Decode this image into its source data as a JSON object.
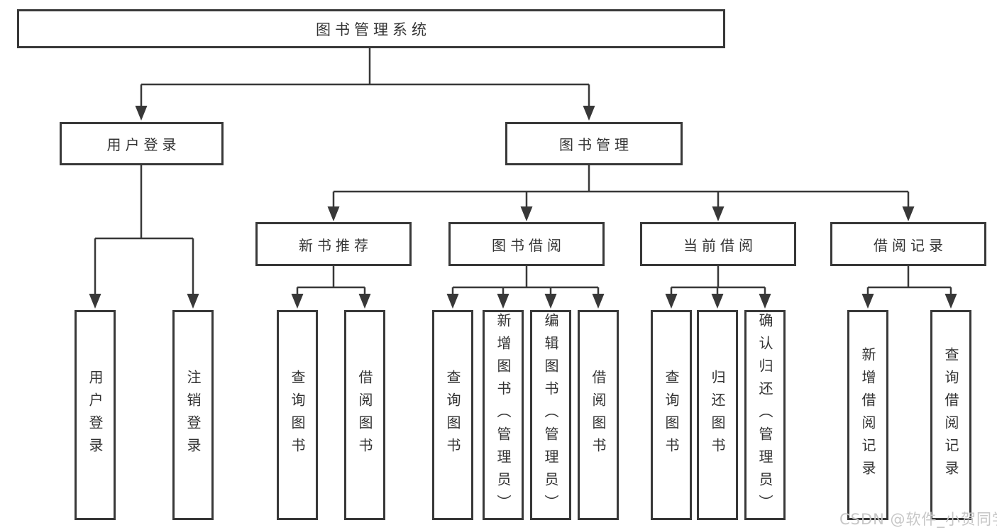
{
  "root": {
    "label": "图书管理系统"
  },
  "level1": [
    {
      "label": "用户登录"
    },
    {
      "label": "图书管理"
    }
  ],
  "level2": [
    {
      "label": "新书推荐"
    },
    {
      "label": "图书借阅"
    },
    {
      "label": "当前借阅"
    },
    {
      "label": "借阅记录"
    }
  ],
  "leaves": [
    {
      "label": "用户登录"
    },
    {
      "label": "注销登录"
    },
    {
      "label": "查询图书"
    },
    {
      "label": "借阅图书"
    },
    {
      "label": "查询图书"
    },
    {
      "label": "新增图书（管理员）"
    },
    {
      "label": "编辑图书（管理员）"
    },
    {
      "label": "借阅图书"
    },
    {
      "label": "查询图书"
    },
    {
      "label": "归还图书"
    },
    {
      "label": "确认归还（管理员）"
    },
    {
      "label": "新增借阅记录"
    },
    {
      "label": "查询借阅记录"
    }
  ],
  "watermark": {
    "text": "CSDN @软件_小贺同学"
  },
  "colors": {
    "line": "#383838",
    "box_border": "#383838",
    "text": "#333333",
    "watermark": "#c6c6c6",
    "background": "#ffffff"
  }
}
